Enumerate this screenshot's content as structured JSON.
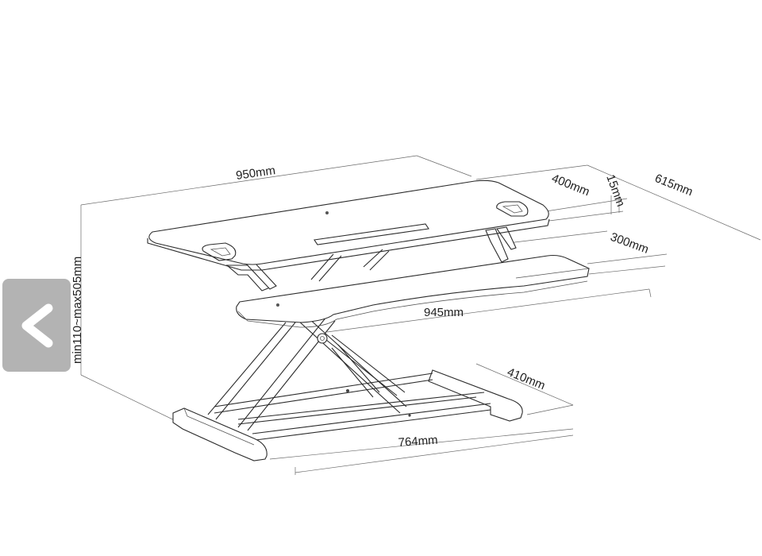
{
  "diagram": {
    "subject": "sit-stand desk converter",
    "dimensions": {
      "top_width": "950mm",
      "top_depth": "400mm",
      "top_thickness": "15mm",
      "overall_depth": "615mm",
      "keyboard_depth": "300mm",
      "keyboard_width": "945mm",
      "base_depth": "410mm",
      "base_width": "764mm",
      "height_range": "min110~max505mm"
    }
  },
  "navigation": {
    "back_icon": "chevron-left-icon",
    "overlay_color": "#b3b3b3"
  }
}
